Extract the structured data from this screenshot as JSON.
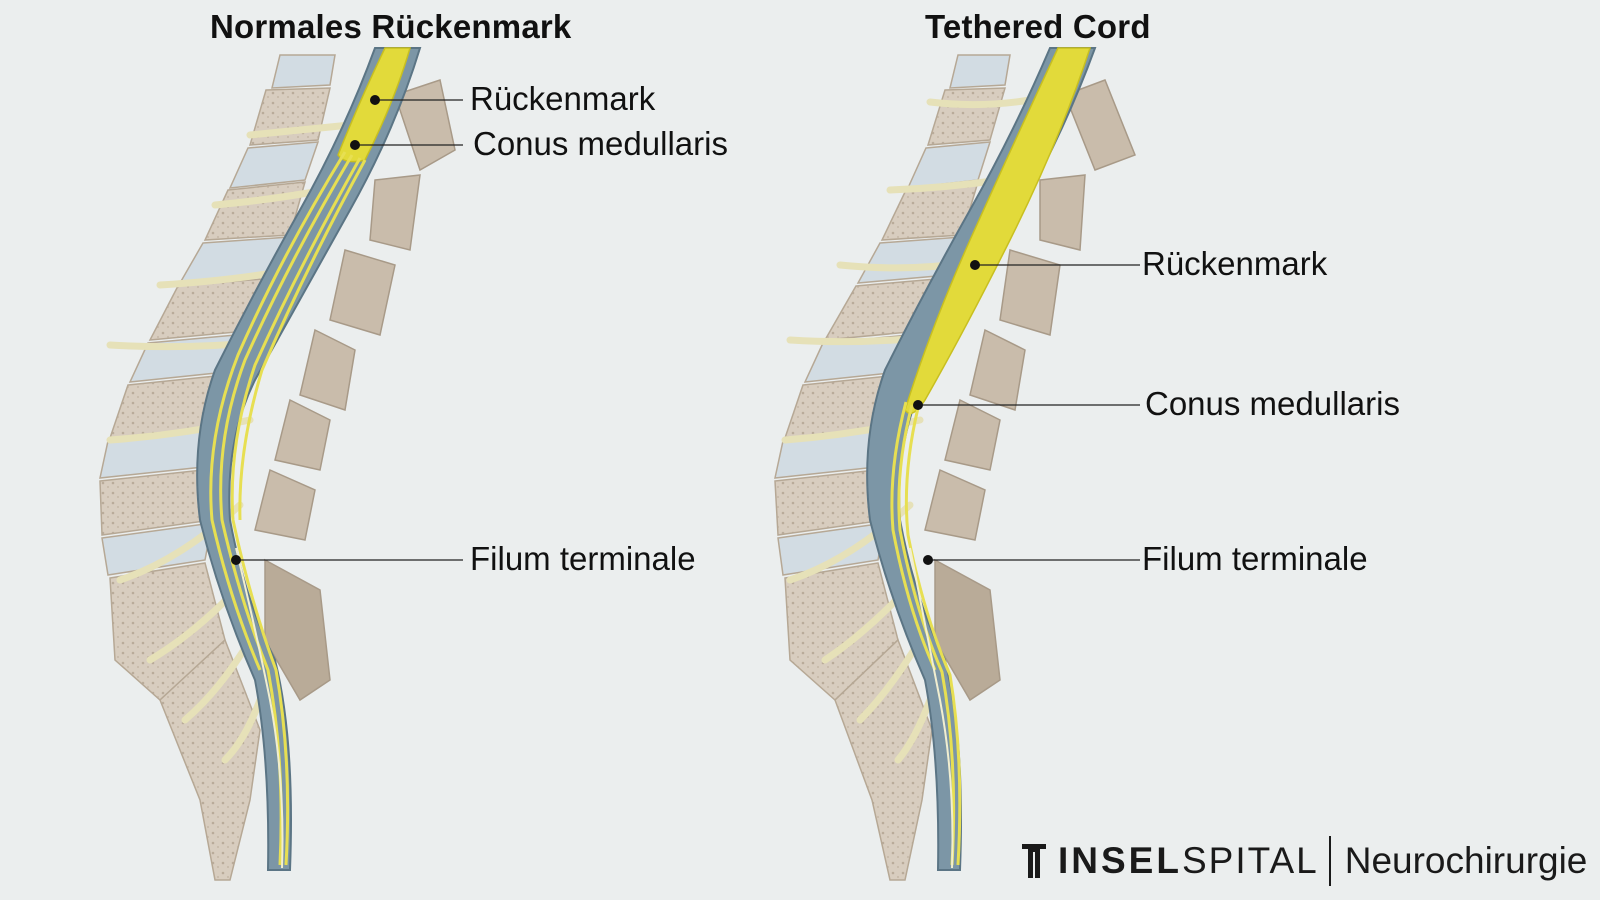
{
  "colors": {
    "background": "#ebeeee",
    "bone": "#d9cfc2",
    "disc": "#cdd8e0",
    "canal": "#7c96a6",
    "cord": "#e2da3a",
    "leader": "#222222"
  },
  "panels": [
    {
      "title": "Normales Rückenmark",
      "labels": {
        "cord": "Rückenmark",
        "conus": "Conus medullaris",
        "filum": "Filum terminale"
      }
    },
    {
      "title": "Tethered Cord",
      "labels": {
        "cord": "Rückenmark",
        "conus": "Conus medullaris",
        "filum": "Filum terminale"
      }
    }
  ],
  "branding": {
    "institution_bold": "INSEL",
    "institution_light": "SPITAL",
    "department": "Neurochirurgie",
    "logo_icon": "inselspital-logo-icon"
  }
}
